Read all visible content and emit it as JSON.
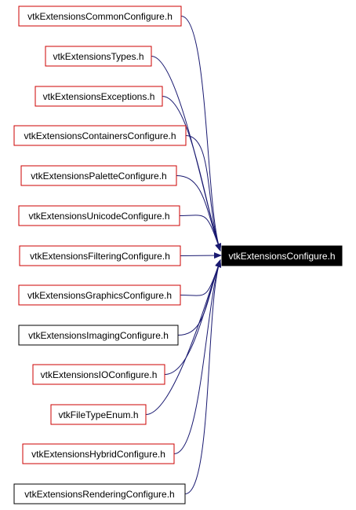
{
  "diagram": {
    "target": {
      "label": "vtkExtensionsConfigure.h",
      "fill": "#000000",
      "text_color": "#ffffff"
    },
    "edge_color": "#191970",
    "sources": [
      {
        "label": "vtkExtensionsCommonConfigure.h",
        "border": "#cc0000"
      },
      {
        "label": "vtkExtensionsTypes.h",
        "border": "#cc0000"
      },
      {
        "label": "vtkExtensionsExceptions.h",
        "border": "#cc0000"
      },
      {
        "label": "vtkExtensionsContainersConfigure.h",
        "border": "#cc0000"
      },
      {
        "label": "vtkExtensionsPaletteConfigure.h",
        "border": "#cc0000"
      },
      {
        "label": "vtkExtensionsUnicodeConfigure.h",
        "border": "#cc0000"
      },
      {
        "label": "vtkExtensionsFilteringConfigure.h",
        "border": "#cc0000"
      },
      {
        "label": "vtkExtensionsGraphicsConfigure.h",
        "border": "#cc0000"
      },
      {
        "label": "vtkExtensionsImagingConfigure.h",
        "border": "#000000"
      },
      {
        "label": "vtkExtensionsIOConfigure.h",
        "border": "#cc0000"
      },
      {
        "label": "vtkFileTypeEnum.h",
        "border": "#cc0000"
      },
      {
        "label": "vtkExtensionsHybridConfigure.h",
        "border": "#cc0000"
      },
      {
        "label": "vtkExtensionsRenderingConfigure.h",
        "border": "#000000"
      }
    ]
  }
}
